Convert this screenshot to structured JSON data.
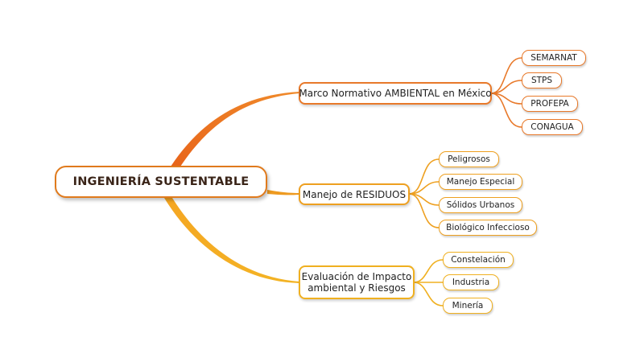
{
  "central": {
    "label": "INGENIERÍA SUSTENTABLE"
  },
  "branches": [
    {
      "label": "Marco Normativo AMBIENTAL en México",
      "color": "#e8792a",
      "children": [
        "SEMARNAT",
        "STPS",
        "PROFEPA",
        "CONAGUA"
      ]
    },
    {
      "label": "Manejo de RESIDUOS",
      "color": "#eea020",
      "children": [
        "Peligrosos",
        "Manejo Especial",
        "Sólidos Urbanos",
        "Biológico Infeccioso"
      ]
    },
    {
      "label": "Evaluación de Impacto ambiental y Riesgos",
      "color": "#f0b020",
      "children": [
        "Constelación",
        "Industria",
        "Minería"
      ]
    }
  ]
}
